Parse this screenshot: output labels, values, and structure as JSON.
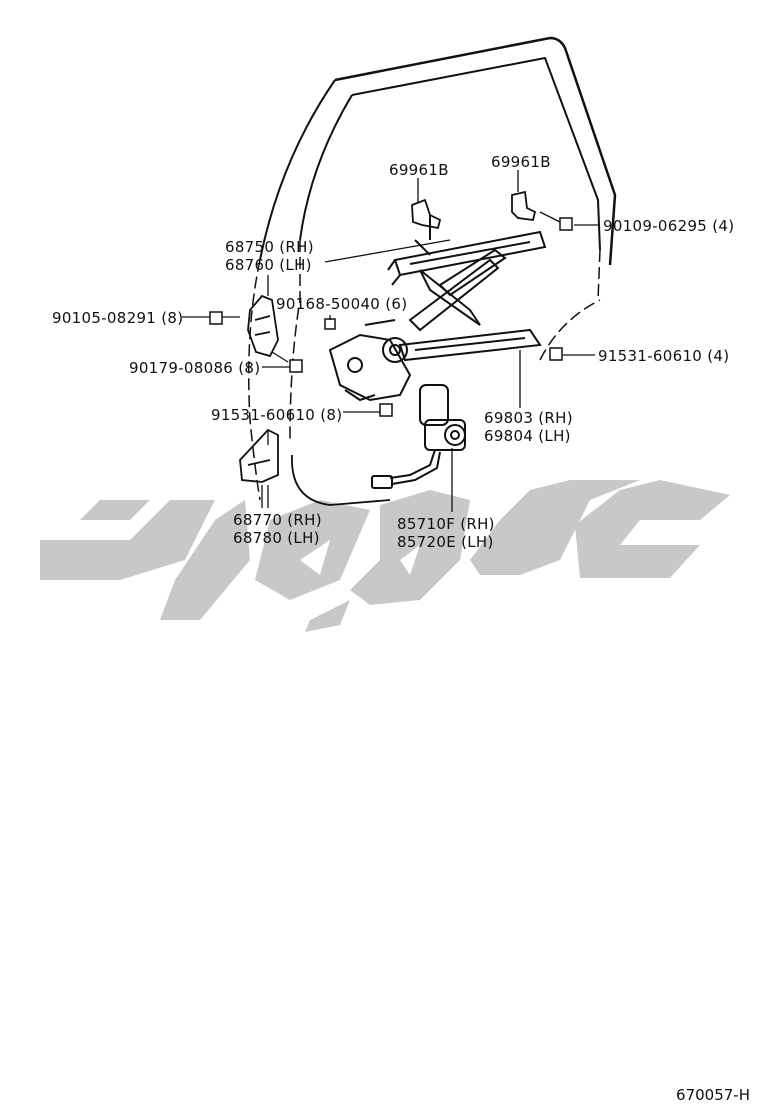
{
  "diagram": {
    "drawing_code": "670057-H",
    "watermark_name": "logo-watermark",
    "parts": [
      {
        "id": "part-69961b-left",
        "lines": [
          "69961B"
        ]
      },
      {
        "id": "part-69961b-right",
        "lines": [
          "69961B"
        ]
      },
      {
        "id": "part-90109-06295",
        "lines": [
          "90109-06295 (4)"
        ]
      },
      {
        "id": "part-68750",
        "lines": [
          "68750 (RH)",
          "68760 (LH)"
        ]
      },
      {
        "id": "part-90168-50040",
        "lines": [
          "90168-50040 (6)"
        ]
      },
      {
        "id": "part-90105-08291",
        "lines": [
          "90105-08291 (8)"
        ]
      },
      {
        "id": "part-91531-60610-right",
        "lines": [
          "91531-60610 (4)"
        ]
      },
      {
        "id": "part-90179-08086",
        "lines": [
          "90179-08086 (8)"
        ]
      },
      {
        "id": "part-69803",
        "lines": [
          "69803 (RH)",
          "69804 (LH)"
        ]
      },
      {
        "id": "part-91531-60610-left",
        "lines": [
          "91531-60610 (8)"
        ]
      },
      {
        "id": "part-68770",
        "lines": [
          "68770 (RH)",
          "68780 (LH)"
        ]
      },
      {
        "id": "part-85710f",
        "lines": [
          "85710F (RH)",
          "85720E (LH)"
        ]
      }
    ]
  }
}
